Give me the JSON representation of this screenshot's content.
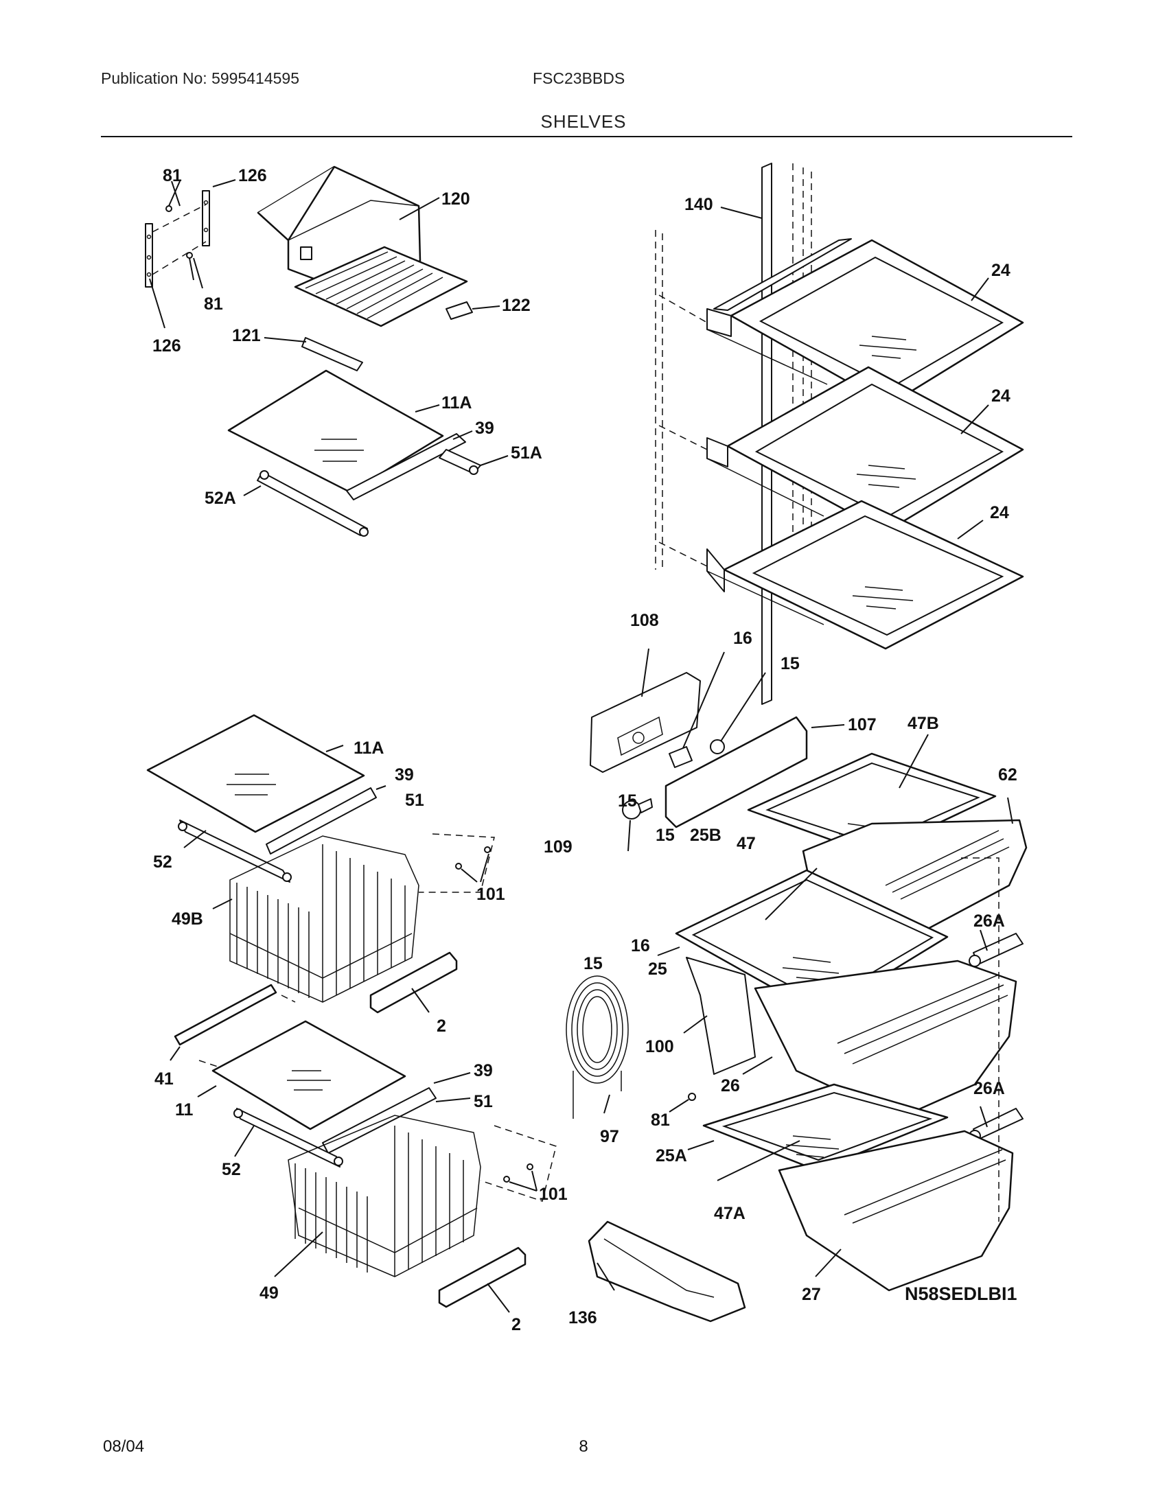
{
  "header": {
    "publication": "Publication No: 5995414595",
    "model": "FSC23BBDS",
    "title": "SHELVES"
  },
  "footer": {
    "date": "08/04",
    "page": "8"
  },
  "diagram": {
    "code": "N58SEDLBI1",
    "labels": {
      "l81a": "81",
      "l126a": "126",
      "l120": "120",
      "l81b": "81",
      "l122": "122",
      "l126b": "126",
      "l121": "121",
      "l11A_top": "11A",
      "l39_top": "39",
      "l51A": "51A",
      "l52A": "52A",
      "l140": "140",
      "l24a": "24",
      "l24b": "24",
      "l24c": "24",
      "l108": "108",
      "l16a": "16",
      "l15a": "15",
      "l107": "107",
      "l15b": "15",
      "l47B": "47B",
      "l62": "62",
      "l11A_mid": "11A",
      "l39_mid": "39",
      "l51_mid": "51",
      "l52_mid": "52",
      "l49B": "49B",
      "l101a": "101",
      "l2a": "2",
      "l109": "109",
      "l15c": "15",
      "l25B": "25B",
      "l47": "47",
      "l16b": "16",
      "l15d": "15",
      "l25": "25",
      "l26Aa": "26A",
      "l100": "100",
      "l26": "26",
      "l97": "97",
      "l81c": "81",
      "l26Ab": "26A",
      "l25A": "25A",
      "l47A": "47A",
      "l41": "41",
      "l11": "11",
      "l39_bot": "39",
      "l51_bot": "51",
      "l52_bot": "52",
      "l101b": "101",
      "l49": "49",
      "l2b": "2",
      "l136": "136",
      "l27": "27"
    }
  }
}
